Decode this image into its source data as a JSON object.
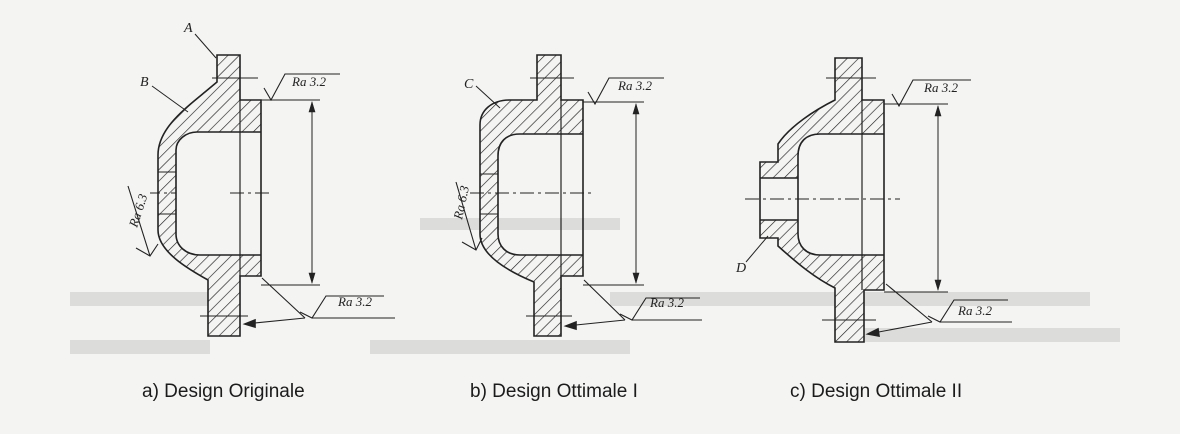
{
  "figures": [
    {
      "caption": "a) Design Originale",
      "labels": [
        "A",
        "B"
      ],
      "roughness": [
        "Ra 3.2",
        "Ra 6.3",
        "Ra 3.2"
      ]
    },
    {
      "caption": "b) Design Ottimale I",
      "labels": [
        "C"
      ],
      "roughness": [
        "Ra 3.2",
        "Ra 6.3",
        "Ra 3.2"
      ]
    },
    {
      "caption": "c) Design Ottimale II",
      "labels": [
        "D"
      ],
      "roughness": [
        "Ra 3.2",
        "Ra 3.2"
      ]
    }
  ],
  "colors": {
    "ink": "#222222",
    "background": "#f4f4f3",
    "ghost": "#dcdcda"
  }
}
